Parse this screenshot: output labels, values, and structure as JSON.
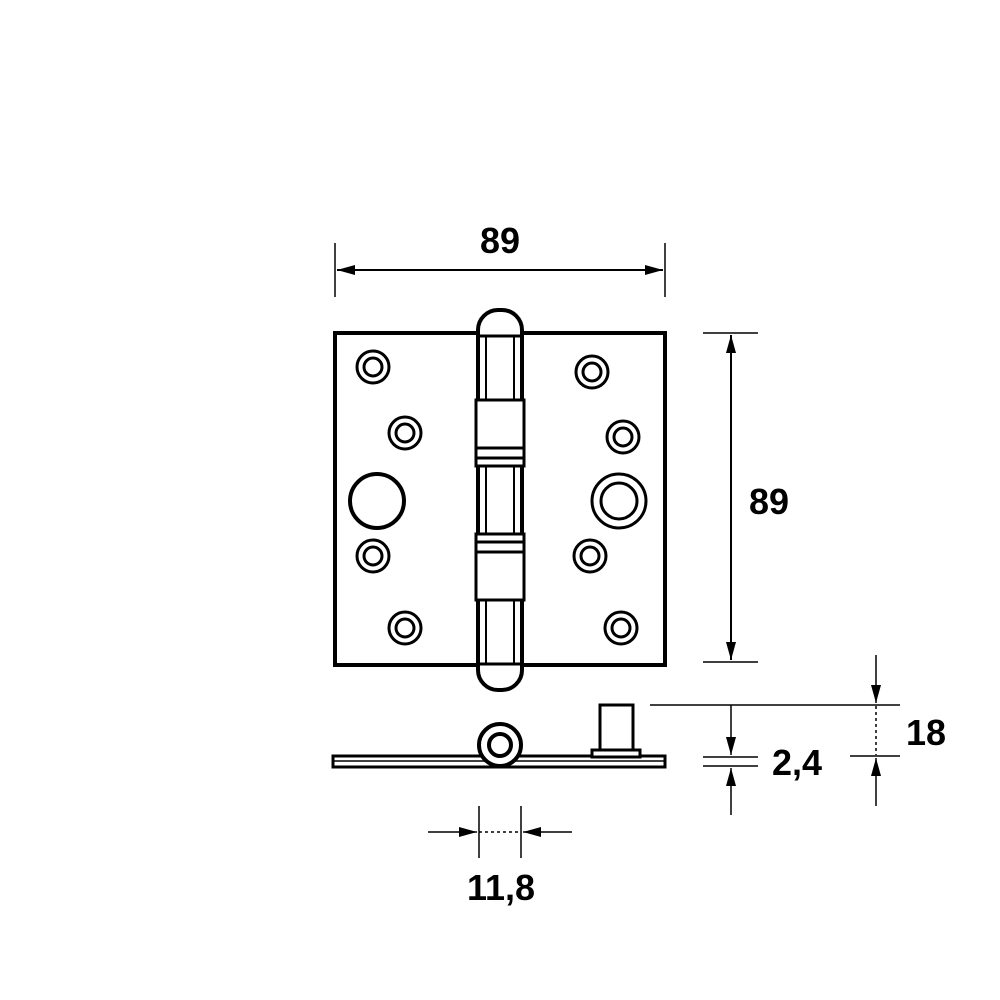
{
  "dimensions": {
    "top_width": "89",
    "right_height": "89",
    "knuckle_width": "11,8",
    "leaf_thickness": "2,4",
    "total_thickness": "18"
  },
  "colors": {
    "line": "#000000",
    "background": "#ffffff"
  }
}
